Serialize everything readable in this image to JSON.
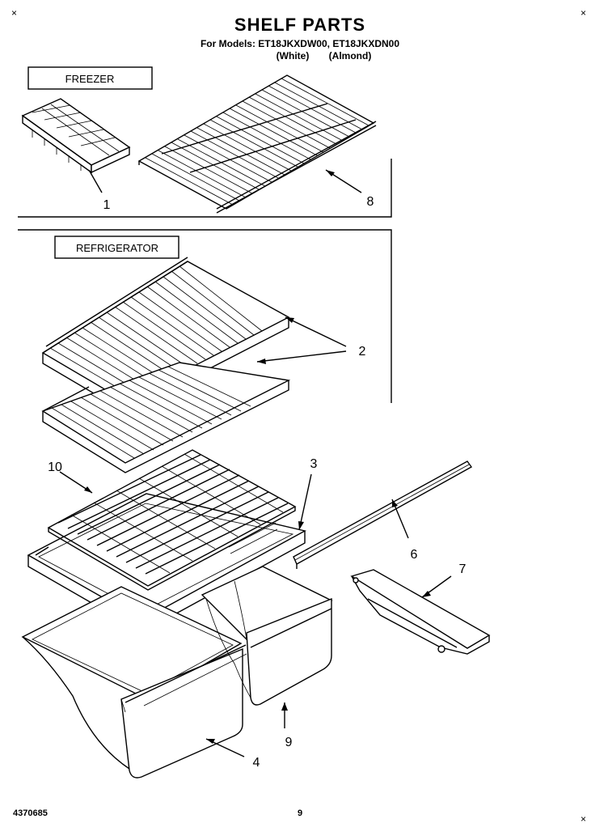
{
  "header": {
    "title": "SHELF PARTS",
    "models_line": "For Models: ET18JKXDW00, ET18JKXDN00",
    "color_white": "(White)",
    "color_almond": "(Almond)"
  },
  "sections": {
    "freezer_label": "FREEZER",
    "refrigerator_label": "REFRIGERATOR"
  },
  "callouts": {
    "c1": "1",
    "c2": "2",
    "c3": "3",
    "c4": "4",
    "c6": "6",
    "c7": "7",
    "c8": "8",
    "c9": "9",
    "c10": "10"
  },
  "footer": {
    "part_number": "4370685",
    "page_number": "9"
  }
}
